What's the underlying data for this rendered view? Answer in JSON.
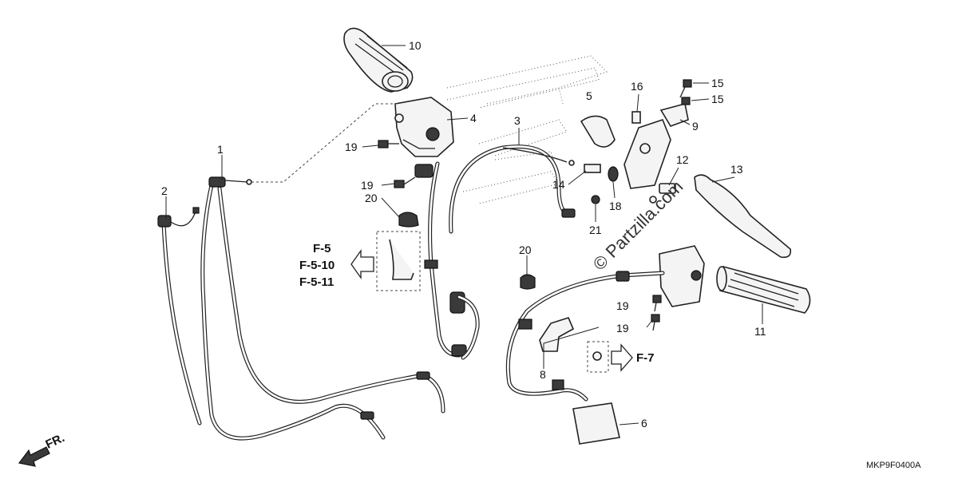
{
  "diagram": {
    "code": "MKP9F0400A",
    "watermark": "© Partzilla.com",
    "front_marker": "FR.",
    "callouts": {
      "c1": "1",
      "c2": "2",
      "c3": "3",
      "c4": "4",
      "c5": "5",
      "c6": "6",
      "c8": "8",
      "c9": "9",
      "c10": "10",
      "c11": "11",
      "c12": "12",
      "c13": "13",
      "c14": "14",
      "c15a": "15",
      "c15b": "15",
      "c16": "16",
      "c18": "18",
      "c19a": "19",
      "c19b": "19",
      "c19c": "19",
      "c19d": "19",
      "c20a": "20",
      "c20b": "20",
      "c21": "21"
    },
    "references": {
      "left": [
        "F-5",
        "F-5-10",
        "F-5-11"
      ],
      "right": "F-7"
    }
  }
}
